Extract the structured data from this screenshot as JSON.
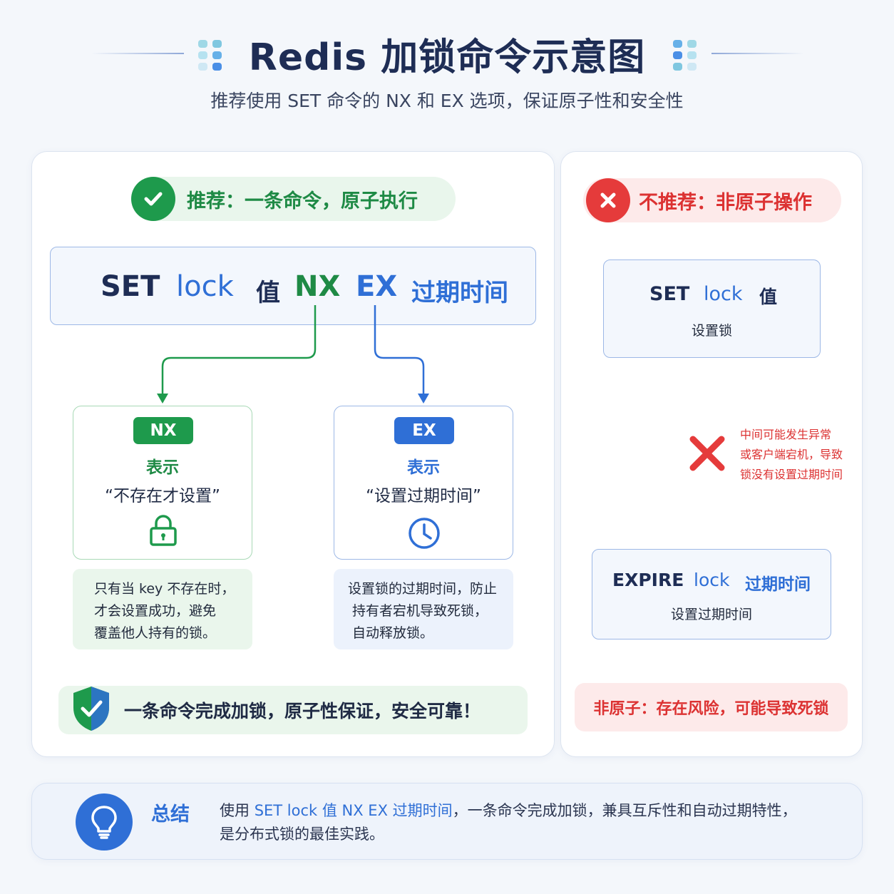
{
  "header": {
    "title": "Redis 加锁命令示意图",
    "subtitle": "推荐使用 SET 命令的 NX 和 EX 选项，保证原子性和安全性"
  },
  "recommended": {
    "badge": "推荐：一条命令，原子执行",
    "command": [
      "SET",
      "lock",
      "值",
      "NX",
      "EX",
      "过期时间"
    ],
    "nx": {
      "tag": "NX",
      "meaning": "表示",
      "desc": "“不存在才设置”",
      "note": [
        "只有当 key 不存在时，",
        "才会设置成功，避免",
        "覆盖他人持有的锁。"
      ]
    },
    "ex": {
      "tag": "EX",
      "meaning": "表示",
      "desc": "“设置过期时间”",
      "note": [
        "设置锁的过期时间，防止",
        "持有者宕机导致死锁，",
        "自动释放锁。"
      ]
    },
    "footer": "一条命令完成加锁，原子性保证，安全可靠！"
  },
  "not_recommended": {
    "badge": "不推荐：非原子操作",
    "step1": {
      "cmd": [
        "SET",
        "lock",
        "值"
      ],
      "label": "设置锁"
    },
    "warning": [
      "中间可能发生异常",
      "或客户端宕机，导致",
      "锁没有设置过期时间"
    ],
    "step2": {
      "cmd": [
        "EXPIRE",
        "lock",
        "过期时间"
      ],
      "label": "设置过期时间"
    },
    "footer": "非原子：存在风险，可能导致死锁"
  },
  "summary": {
    "title": "总结",
    "prefix": "使用 ",
    "highlight": "SET lock 值 NX EX 过期时间",
    "suffix": "，一条命令完成加锁，兼具互斥性和自动过期特性，",
    "line2": "是分布式锁的最佳实践。"
  },
  "colors": {
    "green": "#1e8a45",
    "blue": "#2f6fd6",
    "red": "#dc3232",
    "navy": "#1e2d55"
  }
}
